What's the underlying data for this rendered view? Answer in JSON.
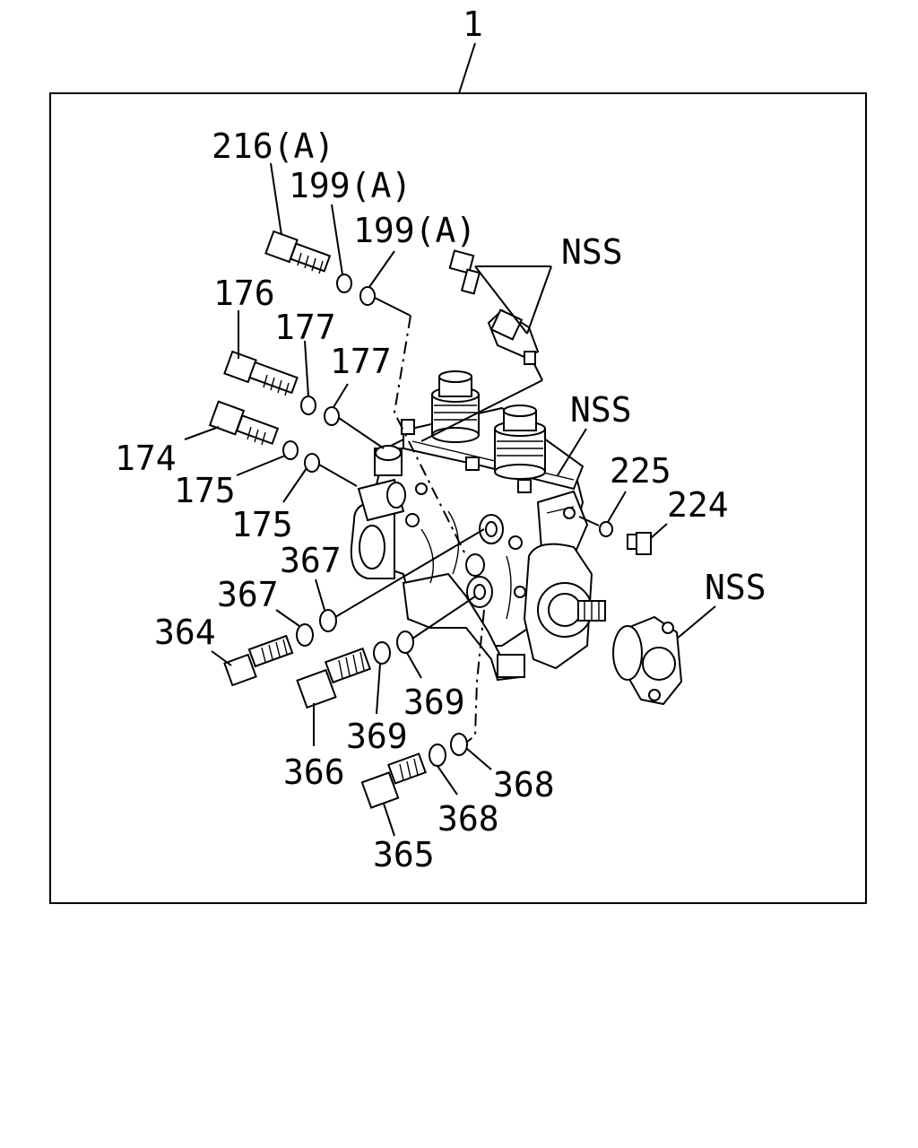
{
  "assembly_label": "1",
  "callouts": {
    "p216a": "216(A)",
    "p199a_1": "199(A)",
    "p199a_2": "199(A)",
    "nss_1": "NSS",
    "nss_2": "NSS",
    "nss_3": "NSS",
    "p176": "176",
    "p177_1": "177",
    "p177_2": "177",
    "p174": "174",
    "p175_1": "175",
    "p175_2": "175",
    "p225": "225",
    "p224": "224",
    "p367_1": "367",
    "p367_2": "367",
    "p364": "364",
    "p369_1": "369",
    "p369_2": "369",
    "p366": "366",
    "p368_1": "368",
    "p368_2": "368",
    "p365": "365"
  }
}
